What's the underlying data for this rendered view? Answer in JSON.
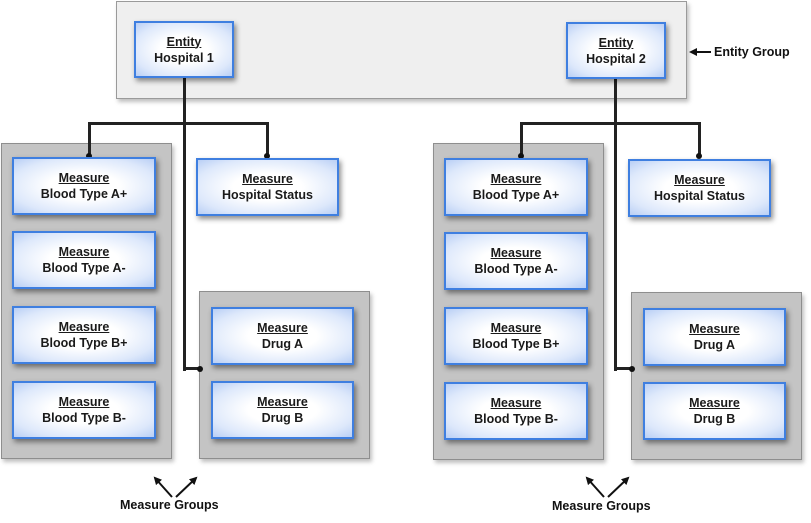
{
  "entities": [
    {
      "kind": "Entity",
      "name": "Hospital 1"
    },
    {
      "kind": "Entity",
      "name": "Hospital 2"
    }
  ],
  "left": {
    "measures": [
      {
        "kind": "Measure",
        "name": "Blood Type A+"
      },
      {
        "kind": "Measure",
        "name": "Blood Type A-"
      },
      {
        "kind": "Measure",
        "name": "Blood Type B+"
      },
      {
        "kind": "Measure",
        "name": "Blood Type B-"
      }
    ],
    "status": {
      "kind": "Measure",
      "name": "Hospital Status"
    },
    "drugs": [
      {
        "kind": "Measure",
        "name": "Drug A"
      },
      {
        "kind": "Measure",
        "name": "Drug B"
      }
    ]
  },
  "right": {
    "measures": [
      {
        "kind": "Measure",
        "name": "Blood Type A+"
      },
      {
        "kind": "Measure",
        "name": "Blood Type A-"
      },
      {
        "kind": "Measure",
        "name": "Blood Type B+"
      },
      {
        "kind": "Measure",
        "name": "Blood Type B-"
      }
    ],
    "status": {
      "kind": "Measure",
      "name": "Hospital Status"
    },
    "drugs": [
      {
        "kind": "Measure",
        "name": "Drug A"
      },
      {
        "kind": "Measure",
        "name": "Drug B"
      }
    ]
  },
  "labels": {
    "entity_group": "Entity Group",
    "measure_groups_left": "Measure Groups",
    "measure_groups_right": "Measure Groups"
  }
}
